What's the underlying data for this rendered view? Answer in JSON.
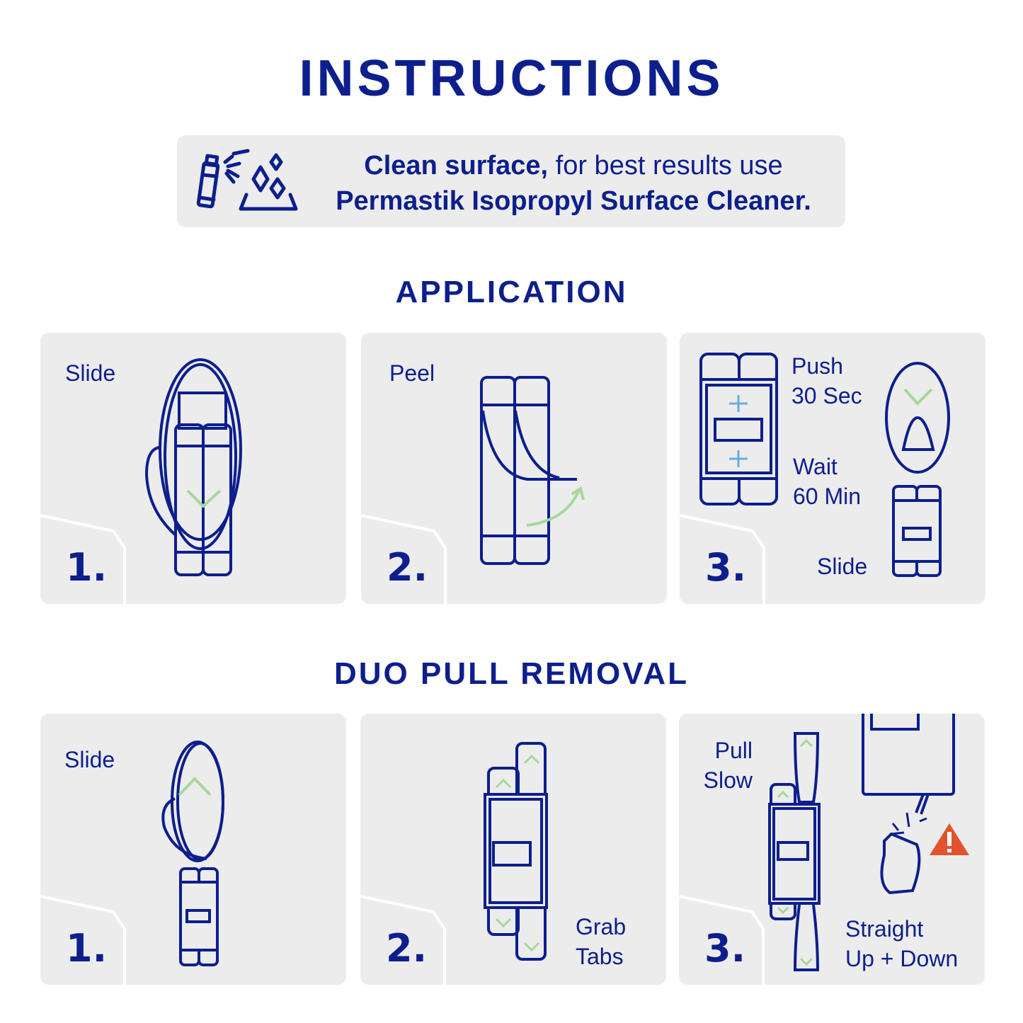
{
  "title": "INSTRUCTIONS",
  "banner": {
    "icon": "spray-cleaner-icon",
    "bold": "Clean surface,",
    "rest": " for best results use",
    "line2": "Permastik Isopropyl Surface Cleaner."
  },
  "application": {
    "heading": "APPLICATION",
    "steps": [
      {
        "number": "1.",
        "label": "Slide"
      },
      {
        "number": "2.",
        "label": "Peel"
      },
      {
        "number": "3.",
        "push": "Push",
        "push_time": "30 Sec",
        "wait": "Wait",
        "wait_time": "60 Min",
        "slide": "Slide"
      }
    ]
  },
  "removal": {
    "heading": "DUO PULL REMOVAL",
    "steps": [
      {
        "number": "1.",
        "label": "Slide"
      },
      {
        "number": "2.",
        "label1": "Grab",
        "label2": "Tabs"
      },
      {
        "number": "3.",
        "label1": "Pull",
        "label2": "Slow",
        "note1": "Straight",
        "note2": "Up + Down"
      }
    ]
  },
  "colors": {
    "navy": "#0d1f8c",
    "panel": "#ececec",
    "green": "#a6d89a",
    "blue": "#6aaede",
    "warning": "#e0532c"
  }
}
